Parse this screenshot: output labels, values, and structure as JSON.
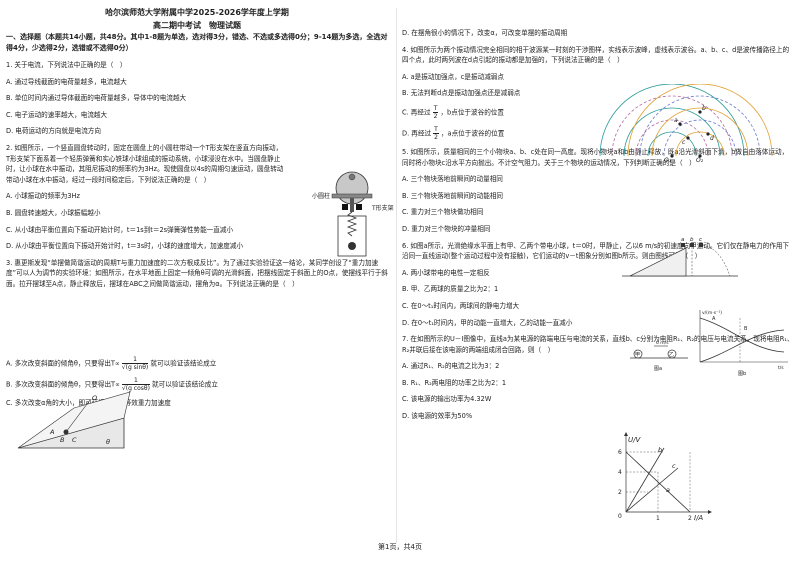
{
  "header": {
    "line1": "哈尔滨师范大学附属中学2025-2026学年度上学期",
    "line2": "高二期中考试　物理试题"
  },
  "section1": {
    "title": "一、选择题（本题共14小题，共48分。其中1-8题为单选，选对得3分，错选、不选或多选得0分；9-14题为多选，全选对得4分，少选得2分，选错或不选得0分）"
  },
  "q1": {
    "stem": "1. 关于电流，下列说法中正确的是（　）",
    "options": [
      "A. 通过导线截面的电荷量越多，电流越大",
      "B. 单位时间内通过导体截面的电荷量越多，导体中的电流越大",
      "C. 电子运动的速率越大，电流越大",
      "D. 电荷运动的方向就是电流方向"
    ]
  },
  "q2": {
    "stem": "2. 如图所示，一个竖直圆盘转动时，固定在圆盘上的小圆柱带动一个T形支架在竖直方向振动，T形支架下面系着一个轻质弹簧和实心铁球小球组成的振动系统，小球浸没在水中。当圆盘静止时，让小球在水中振动，其阻尼振动的频率约为3Hz。现使圆盘以4s的周期匀速运动，圆盘转动带动小球在水中振动，经过一段时间稳定后，下列说法正确的是（　）",
    "options": [
      "A. 小球振动的频率为3Hz",
      "B. 圆盘转速越大，小球振幅越小",
      "C. 从小球由平衡位置向下振动开始计时，t＝1s到t＝2s弹簧弹性势能一直减小",
      "D. 从小球由平衡位置向下振动开始计时，t＝3s时，小球的速度增大，加速度减小"
    ],
    "fig_labels": [
      "小圆柱",
      "T形支架"
    ]
  },
  "q3": {
    "stem": "3. 惠更斯发现“单摆做简谐运动的周期T与重力加速度的二次方根成反比”。为了通过实验验证这一结论，某同学创设了“重力加速度”可以人为调节的实验环境：如图所示，在水平地面上固定一倾角θ可调的光滑斜面，把摆线固定于斜面上的O点，使摆线平行于斜面。拉开摆球至A点，静止释放后，摆球在ABC之间做简谐运动，摆角为α。下列说法正确的是（　）",
    "fig_labels": [
      "O",
      "A",
      "B",
      "C",
      "θ"
    ],
    "options": [
      "A. 多次改变斜面的倾角θ，只要得出T∝",
      "就可以验证该结论成立",
      "B. 多次改变斜面的倾角θ，只要得出T∝",
      "就可以验证该结论成立",
      "C. 多次改变α角的大小，即可获得不同的等效重力加速度"
    ],
    "frac_a": {
      "num": "1",
      "den": "√(g sinθ)"
    },
    "frac_b": {
      "num": "1",
      "den": "√(g cosθ)"
    }
  },
  "q3d": "D. 在摆角很小的情况下，改变α，可改变单摆的振动周期",
  "q4": {
    "stem": "4. 如图所示为两个振动情况完全相同的相干波源某一时刻的干涉图样，实线表示波峰，虚线表示波谷。a、b、c、d是波传播路径上的四个点，此时两列波在d点引起的振动都是加强的，下列说法正确的是（　）",
    "options": [
      "A. a是振动加强点，c是振动减弱点",
      "B. 无法判断d点是振动加强点还是减弱点",
      "C. 再经过",
      "，b点位于波谷的位置",
      "D. 再经过",
      "，a点位于波谷的位置"
    ],
    "frac": {
      "num": "T",
      "den": "2"
    },
    "fig_labels": [
      "a",
      "b",
      "c",
      "d",
      "O₁",
      "O₂"
    ]
  },
  "q5": {
    "stem": "5. 如图所示，质量相同的三个小物块a、b、c处在同一高度。现将小物块a和b由静止释放，既a沿光滑斜面下滑，b做自由落体运动，同时将小物块c沿水平方向抛出。不计空气阻力。关于三个物块的运动情况，下列判断正确的是（　）",
    "options": [
      "A. 三个物块落地前瞬间的动量相同",
      "B. 三个物块落地前瞬间的动能相同",
      "C. 重力对三个物块做功相同",
      "D. 重力对三个物块的冲量相同"
    ],
    "fig_labels": [
      "a",
      "b",
      "c"
    ]
  },
  "q6": {
    "stem": "6. 如图a所示，光滑绝缘水平面上有甲、乙两个带电小球，t＝0时，甲静止，乙以6 m/s的初速度向甲运动。它们仅在静电力的作用下沿同一直线运动(整个运动过程中没有接触)，它们运动的v－t图象分别如图b所示。则由图线可知（　）",
    "options": [
      "A. 两小球带电的电性一定相反",
      "B. 甲、乙两球的质量之比为2：1",
      "C. 在0～t₁时间内，两球间的静电力增大",
      "D. 在0～t₁时间内，甲的动能一直增大，乙的动能一直减小"
    ],
    "fig_labels": [
      "甲",
      "乙",
      "6 m/s",
      "图a",
      "图b",
      "v/(m·s⁻¹)",
      "t/s",
      "A",
      "B"
    ]
  },
  "q7": {
    "stem": "7. 在如图所示的U－I图像中，直线a为某电源的路端电压与电流的关系，直线b、c分别为电阻R₁、R₂的电压与电流关系。现将电阻R₁、R₂并联后接在该电源的两端组成闭合回路，则（　）",
    "options": [
      "A. 通过R₁、R₂的电流之比为3：2",
      "B. R₁、R₂两电阻的功率之比为2：1",
      "C. 该电源的输出功率为4.32W",
      "D. 该电源的效率为50%"
    ],
    "fig_labels": [
      "U/V",
      "I/A",
      "6",
      "4",
      "2",
      "0",
      "1",
      "2",
      "a",
      "b",
      "c"
    ]
  },
  "footer": {
    "text": "第1页，共4页"
  }
}
